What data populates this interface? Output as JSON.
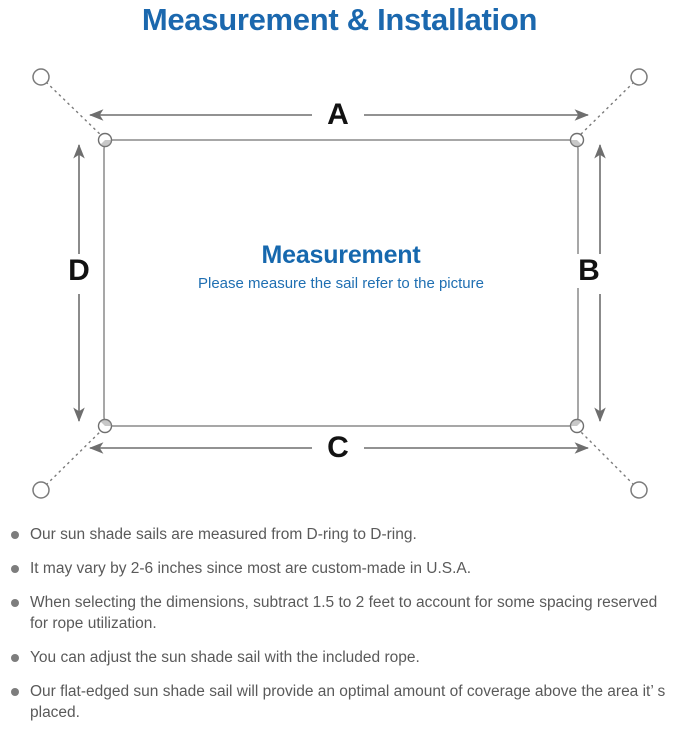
{
  "page": {
    "title": "Measurement & Installation",
    "title_color": "#1B68AE",
    "background_color": "#FFFFFF"
  },
  "diagram": {
    "name": "sun-shade-sail-measurement-diagram",
    "sail_label_title": "Measurement",
    "sail_label_subtitle": "Please measure the sail refer to the picture",
    "sail_label_title_color": "#1668AE",
    "sail_label_subtitle_color": "#1F6FB2",
    "sail_outline_color": "#8A8A8A",
    "arrow_color": "#6E6E6E",
    "anchor_line_color": "#7A7A7A",
    "dimension_labels": {
      "top": "A",
      "right": "B",
      "bottom": "C",
      "left": "D"
    },
    "dimension_label_color": "#121212",
    "anchor_points": [
      {
        "name": "anchor-point-top-left",
        "position": "top-left"
      },
      {
        "name": "anchor-point-top-right",
        "position": "top-right"
      },
      {
        "name": "anchor-point-bottom-left",
        "position": "bottom-left"
      },
      {
        "name": "anchor-point-bottom-right",
        "position": "bottom-right"
      }
    ],
    "d_rings": [
      {
        "name": "d-ring-top-left",
        "position": "top-left"
      },
      {
        "name": "d-ring-top-right",
        "position": "top-right"
      },
      {
        "name": "d-ring-bottom-left",
        "position": "bottom-left"
      },
      {
        "name": "d-ring-bottom-right",
        "position": "bottom-right"
      }
    ]
  },
  "notes": {
    "bullet_color": "#7D7D7D",
    "text_color": "#5A5A5A",
    "items": [
      "Our sun shade sails are measured from D-ring to D-ring.",
      "It may vary by 2-6 inches since most are custom-made in U.S.A.",
      "When selecting the dimensions, subtract 1.5 to 2 feet to account for some spacing reserved for rope utilization.",
      "You can adjust the sun shade sail with the included rope.",
      "Our flat-edged sun shade sail will provide an optimal amount of coverage above the area it’ s placed."
    ]
  }
}
